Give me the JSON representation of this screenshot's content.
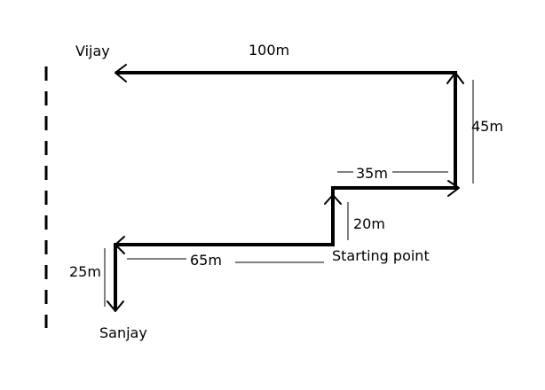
{
  "diagram": {
    "labels": {
      "vijay": "Vijay",
      "sanjay": "Sanjay",
      "start": "Starting point"
    },
    "distances": {
      "d100": "100m",
      "d45": "45m",
      "d35": "35m",
      "d20": "20m",
      "d65": "65m",
      "d25": "25m"
    },
    "colors": {
      "ink": "#000000",
      "background": "#ffffff"
    }
  }
}
